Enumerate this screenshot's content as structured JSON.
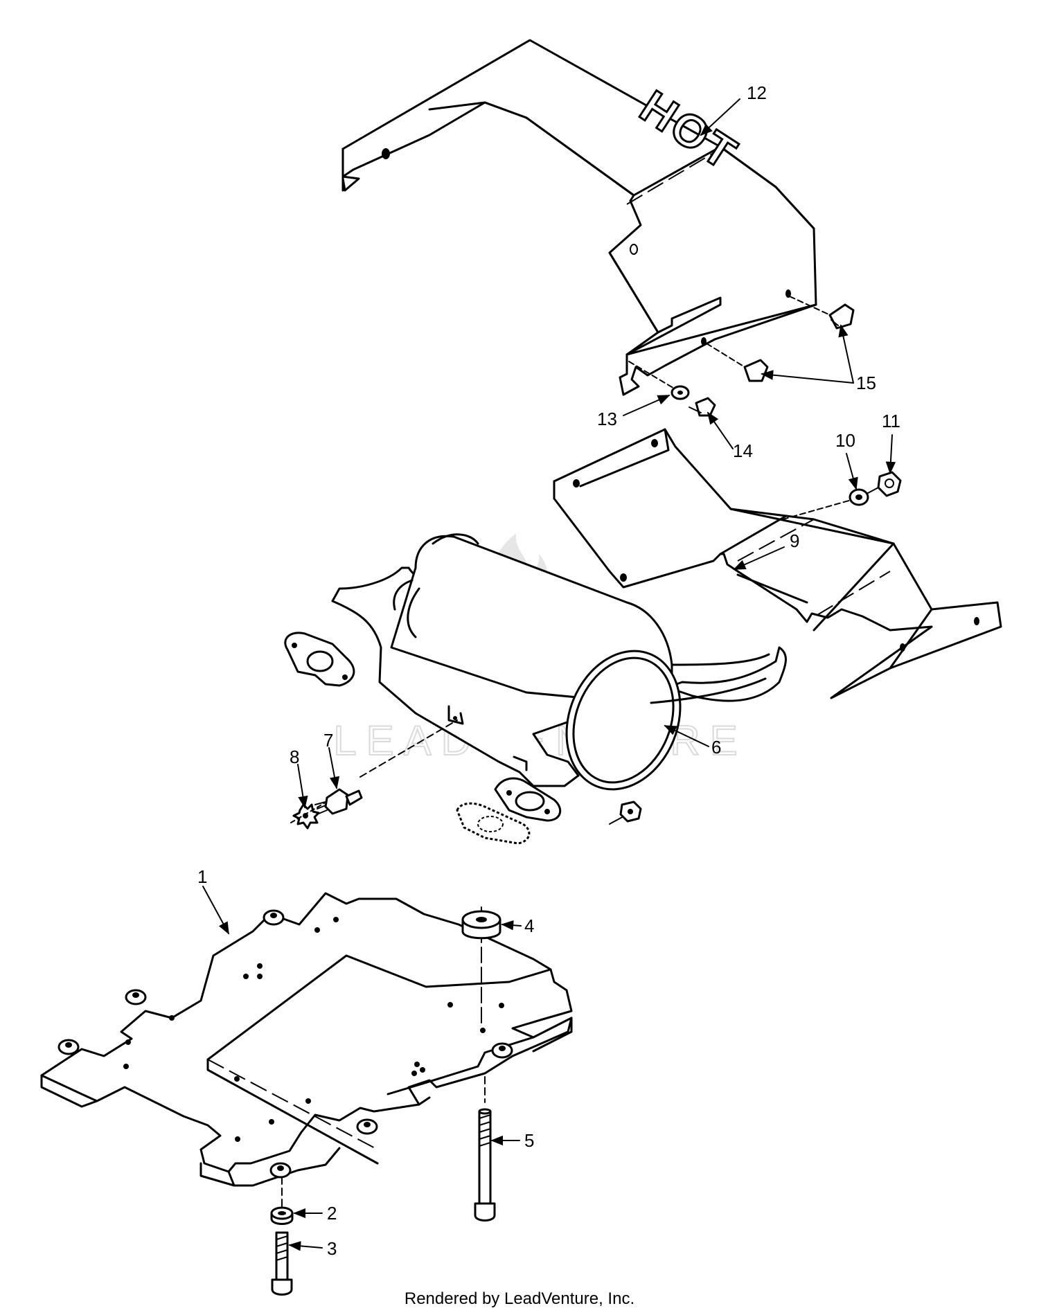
{
  "diagram": {
    "callouts": [
      {
        "id": "1",
        "label": "1"
      },
      {
        "id": "2",
        "label": "2"
      },
      {
        "id": "3",
        "label": "3"
      },
      {
        "id": "4",
        "label": "4"
      },
      {
        "id": "5",
        "label": "5"
      },
      {
        "id": "6",
        "label": "6"
      },
      {
        "id": "7",
        "label": "7"
      },
      {
        "id": "8",
        "label": "8"
      },
      {
        "id": "9",
        "label": "9"
      },
      {
        "id": "10",
        "label": "10"
      },
      {
        "id": "11",
        "label": "11"
      },
      {
        "id": "12",
        "label": "12"
      },
      {
        "id": "13",
        "label": "13"
      },
      {
        "id": "14",
        "label": "14"
      },
      {
        "id": "15",
        "label": "15"
      }
    ],
    "shield_text": "HOT",
    "watermark": "LEADVENTURE"
  },
  "footer": {
    "text": "Rendered by LeadVenture, Inc."
  }
}
